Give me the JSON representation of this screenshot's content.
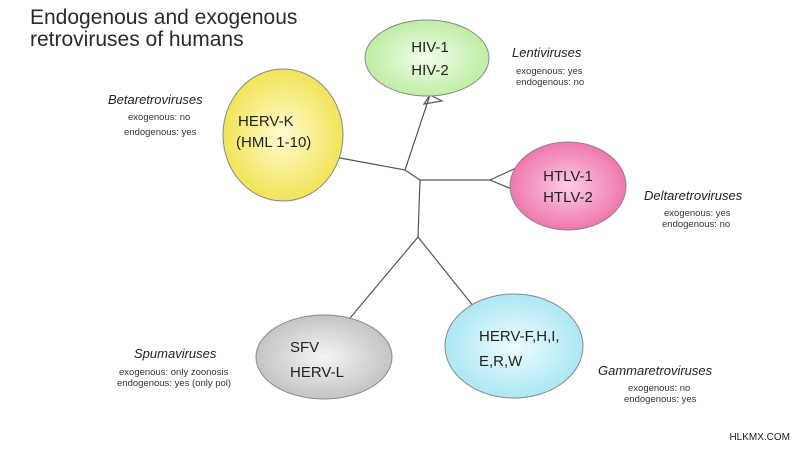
{
  "title": [
    "Endogenous and exogenous",
    "retroviruses of humans"
  ],
  "groups": {
    "lentiviruses": {
      "genus": "Lentiviruses",
      "members": [
        "HIV-1",
        "HIV-2"
      ],
      "exogenous": "exogenous: yes",
      "endogenous": "endogenous: no",
      "fill": "#d7f5c3"
    },
    "betaretroviruses": {
      "genus": "Betaretroviruses",
      "members": [
        "HERV-K",
        "(HML 1-10)"
      ],
      "exogenous": "exogenous: no",
      "endogenous": "endogenous: yes",
      "fill": "#f8f18a"
    },
    "deltaretroviruses": {
      "genus": "Deltaretroviruses",
      "members": [
        "HTLV-1",
        "HTLV-2"
      ],
      "exogenous": "exogenous: yes",
      "endogenous": "endogenous: no",
      "fill": "#f493c4"
    },
    "spumaviruses": {
      "genus": "Spumaviruses",
      "members": [
        "SFV",
        "HERV-L"
      ],
      "exogenous": "exogenous: only zoonosis",
      "endogenous": "endogenous: yes (only pol)",
      "fill": "#dcdcdc"
    },
    "gammaretroviruses": {
      "genus": "Gammaretroviruses",
      "members": [
        "HERV-F,H,I,",
        "E,R,W"
      ],
      "exogenous": "exogenous: no",
      "endogenous": "endogenous: yes",
      "fill": "#c9f2f8"
    }
  },
  "watermark": "HLKMX.COM"
}
